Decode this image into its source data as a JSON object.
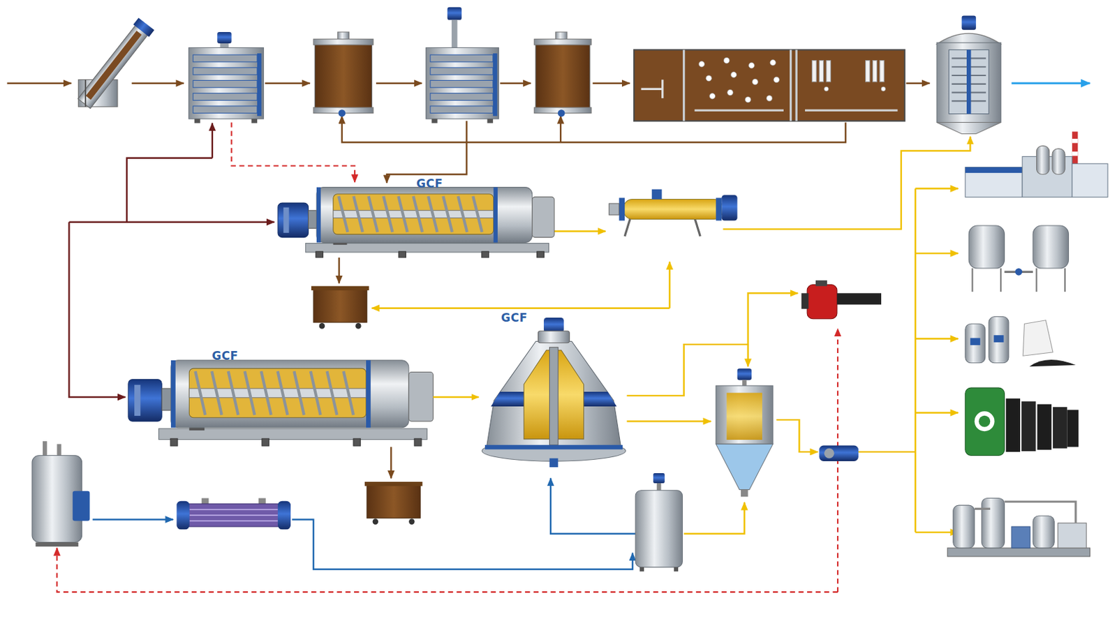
{
  "diagram": {
    "nodes": [
      {
        "text": [
          "GCF"
        ]
      },
      {
        "text": [
          "GCF"
        ]
      },
      {
        "text": [
          "GCF"
        ]
      }
    ],
    "edges": [
      {
        "from": 1,
        "to": 2,
        "arrow": "to"
      }
    ]
  }
}
